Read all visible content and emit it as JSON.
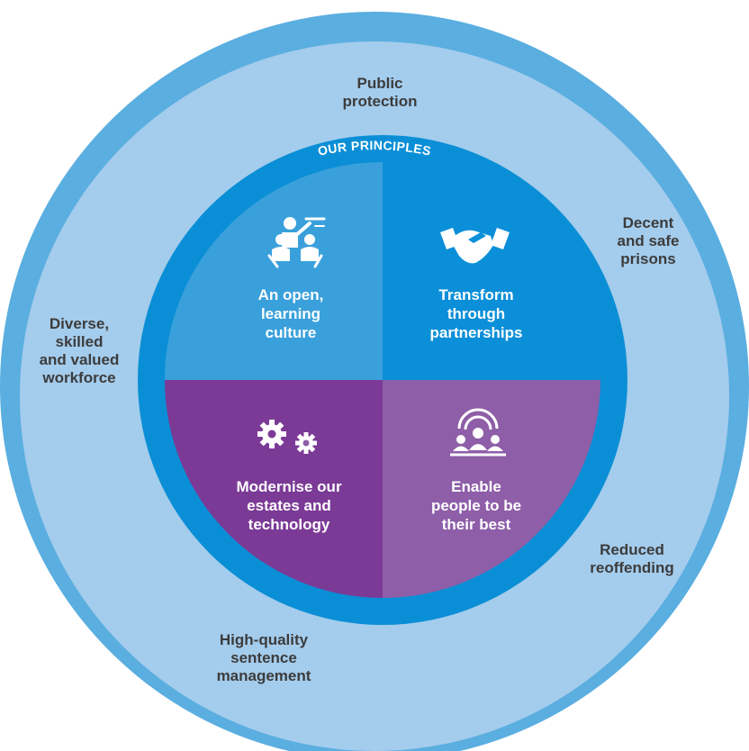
{
  "outcomes": {
    "ring_title": "OUR OUTCOMES",
    "items": [
      {
        "lines": [
          "Public",
          "protection"
        ]
      },
      {
        "lines": [
          "Decent",
          "and safe",
          "prisons"
        ]
      },
      {
        "lines": [
          "Reduced",
          "reoffending"
        ]
      },
      {
        "lines": [
          "High-quality",
          "sentence",
          "management"
        ]
      },
      {
        "lines": [
          "Diverse,",
          "skilled",
          "and valued",
          "workforce"
        ]
      }
    ]
  },
  "principles": {
    "ring_title": "OUR PRINCIPLES",
    "quadrants": [
      {
        "icon": "teaching-icon",
        "color": "#3aa0db",
        "lines": [
          "An open,",
          "learning",
          "culture"
        ]
      },
      {
        "icon": "handshake-icon",
        "color": "#0b8fd8",
        "lines": [
          "Transform",
          "through",
          "partnerships"
        ]
      },
      {
        "icon": "gears-icon",
        "color": "#7b3a96",
        "lines": [
          "Modernise our",
          "estates and",
          "technology"
        ]
      },
      {
        "icon": "people-broadcast-icon",
        "color": "#8e5ea8",
        "lines": [
          "Enable",
          "people to be",
          "their best"
        ]
      }
    ]
  },
  "colors": {
    "outer_ring": "#5aaee0",
    "outcomes_area": "#a4ccec",
    "principles_ring": "#0a8fd6",
    "label_text": "#3c3c3c",
    "white": "#ffffff"
  }
}
